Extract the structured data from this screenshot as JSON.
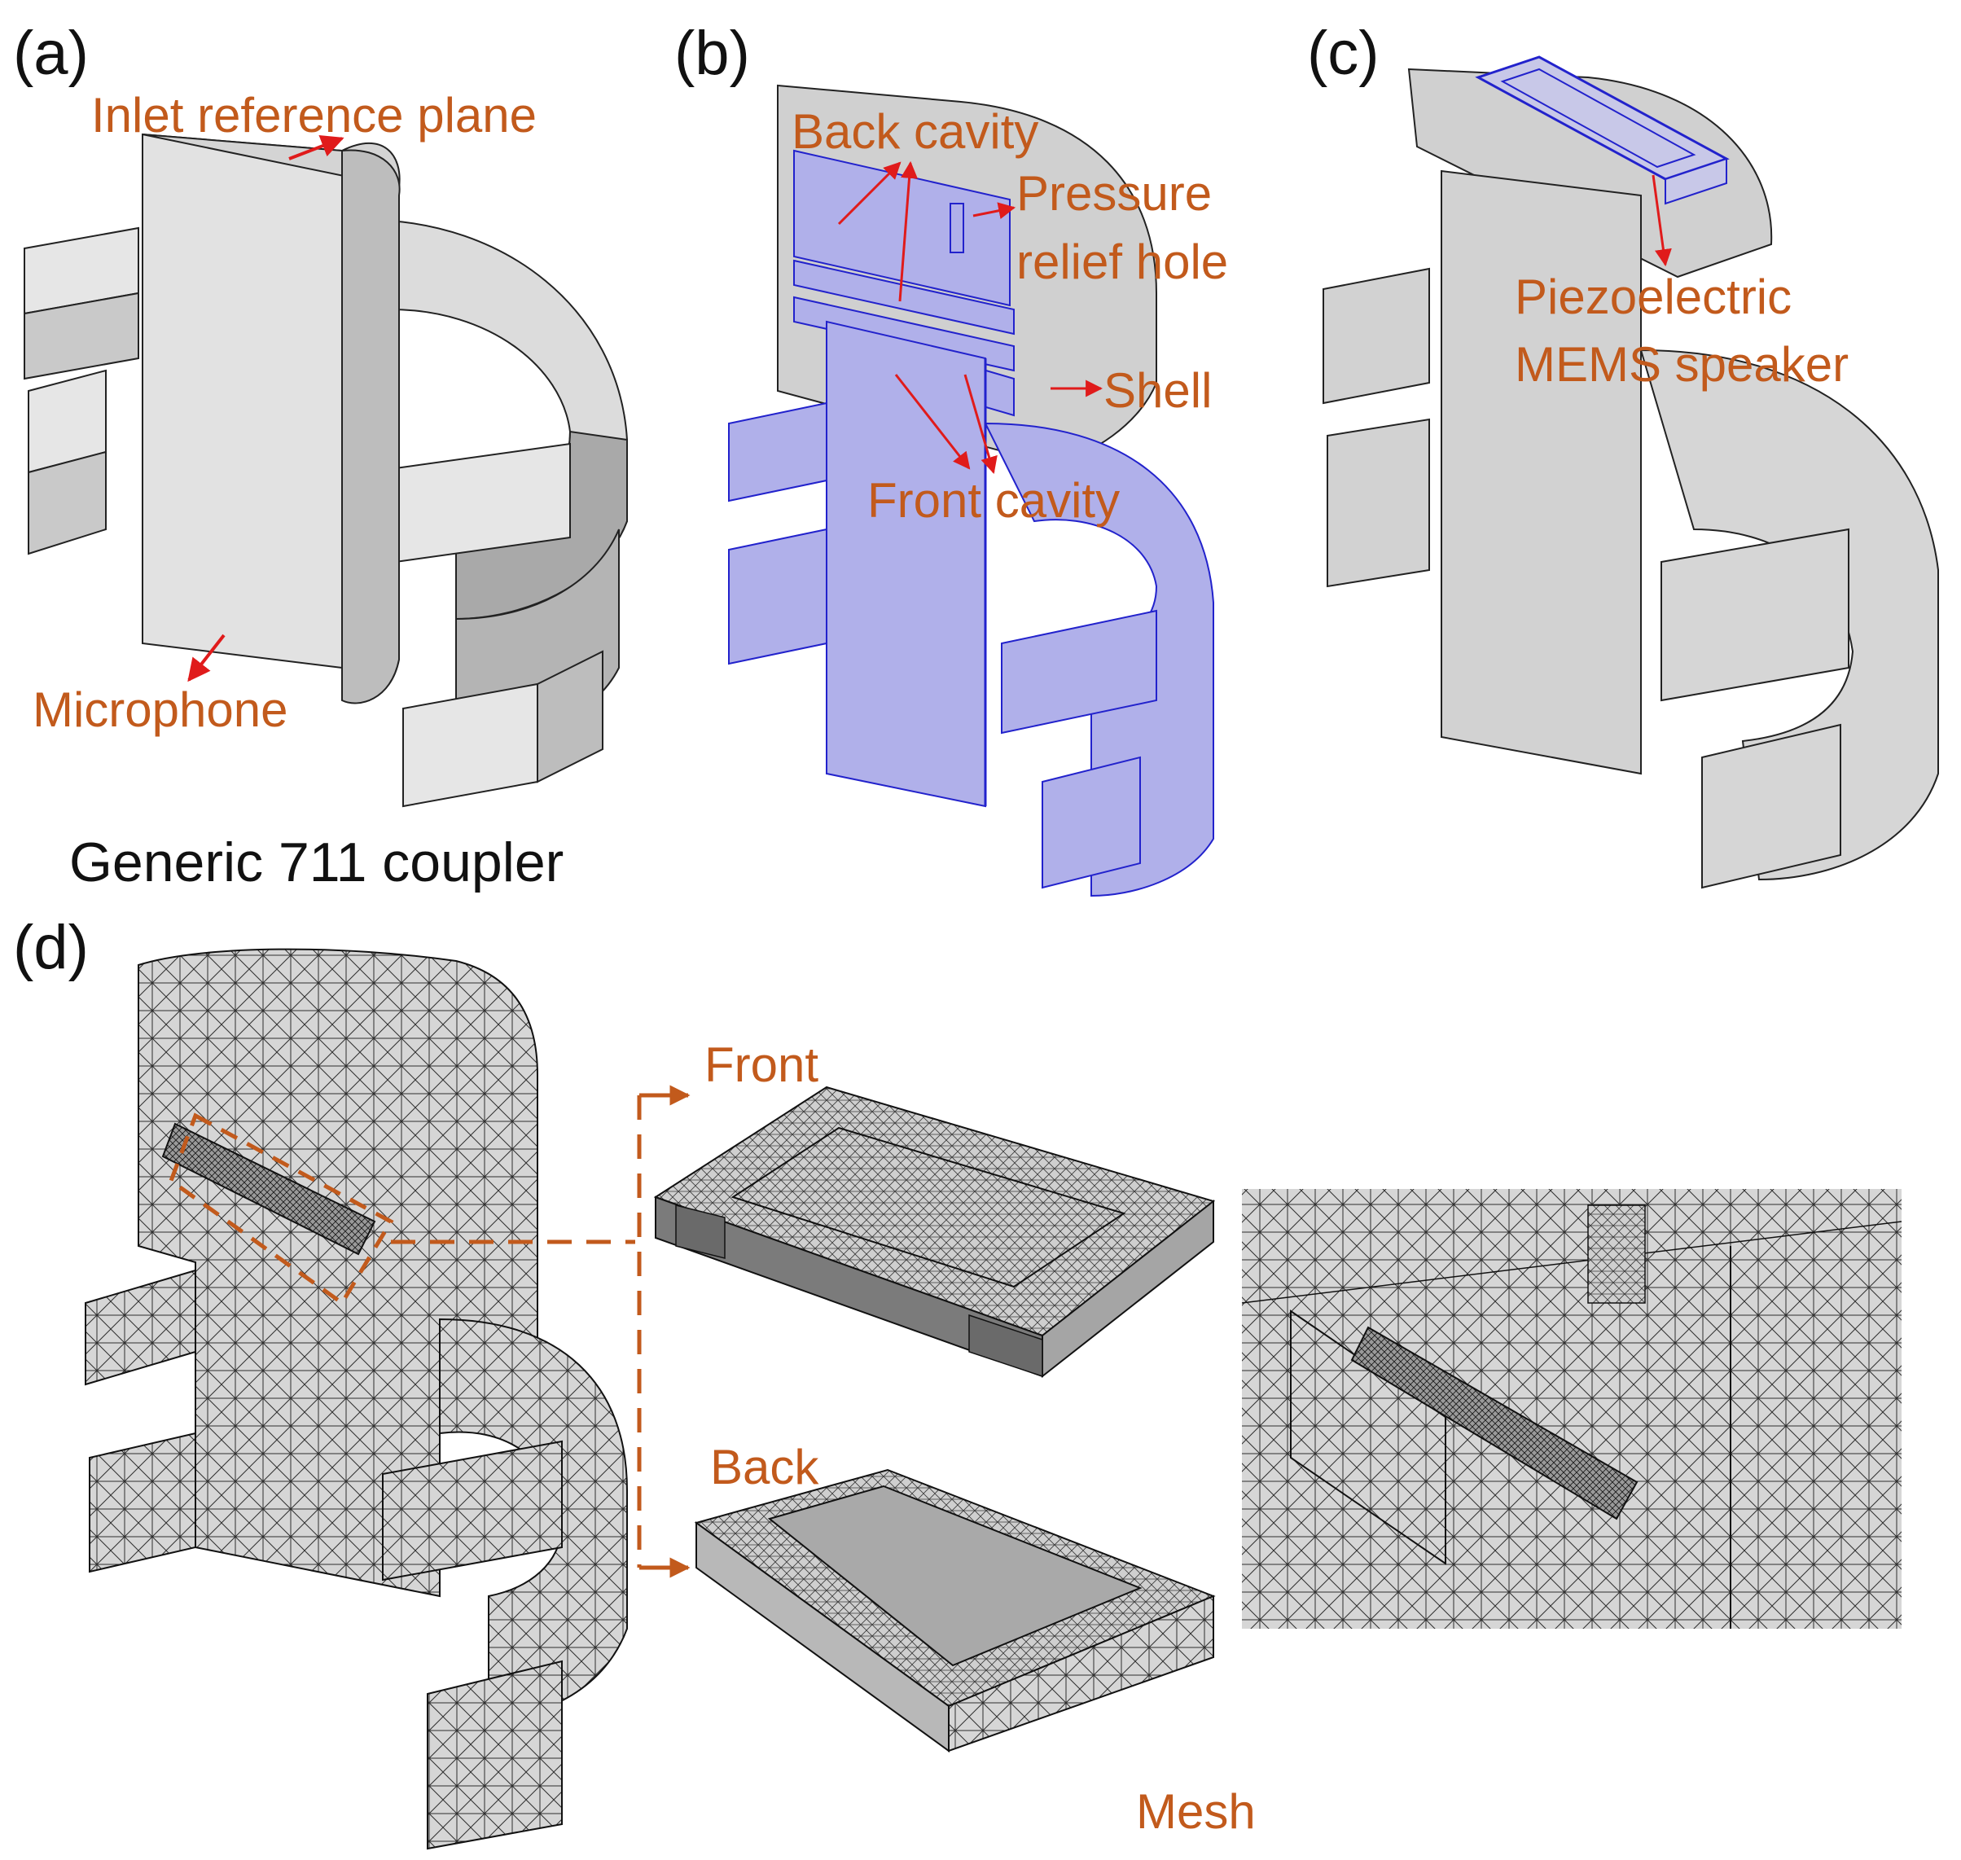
{
  "panels": {
    "a": {
      "label": "(a)",
      "caption": "Generic 711 coupler",
      "annotations": {
        "inlet": "Inlet reference plane",
        "microphone": "Microphone"
      }
    },
    "b": {
      "label": "(b)",
      "annotations": {
        "back_cavity": "Back cavity",
        "pressure_line1": "Pressure",
        "pressure_line2": "relief hole",
        "shell": "Shell",
        "front_cavity": "Front cavity"
      }
    },
    "c": {
      "label": "(c)",
      "annotations": {
        "speaker_line1": "Piezoelectric",
        "speaker_line2": "MEMS speaker"
      }
    },
    "d": {
      "label": "(d)",
      "annotations": {
        "front": "Front",
        "back": "Back",
        "mesh": "Mesh"
      }
    }
  },
  "colors": {
    "annotation": "#c25a1c",
    "arrow": "#e01b1b",
    "domain_fill": "#b0b0ea",
    "domain_edge": "#2222cc"
  }
}
